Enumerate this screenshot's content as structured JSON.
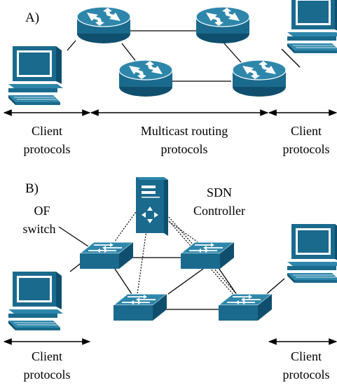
{
  "colors": {
    "device_fill": "#1a6a8d",
    "device_dark": "#0f4f6d",
    "device_light": "#2e87ab",
    "link": "#000000",
    "background": "#ffffff"
  },
  "panel_a": {
    "label": "A)",
    "devices": {
      "routers": [
        "router-icon",
        "router-icon",
        "router-icon",
        "router-icon"
      ],
      "clients": [
        "computer-icon",
        "computer-icon"
      ]
    },
    "ranges": [
      {
        "line1": "Client",
        "line2": "protocols"
      },
      {
        "line1": "Multicast routing",
        "line2": "protocols"
      },
      {
        "line1": "Client",
        "line2": "protocols"
      }
    ]
  },
  "panel_b": {
    "label": "B)",
    "of_switch": {
      "line1": "OF",
      "line2": "switch"
    },
    "controller": {
      "line1": "SDN",
      "line2": "Controller",
      "icon": "server-icon"
    },
    "devices": {
      "switches": [
        "switch-icon",
        "switch-icon",
        "switch-icon",
        "switch-icon"
      ],
      "clients": [
        "computer-icon",
        "computer-icon"
      ]
    },
    "ranges": [
      {
        "line1": "Client",
        "line2": "protocols"
      },
      {
        "line1": "Client",
        "line2": "protocols"
      }
    ]
  }
}
